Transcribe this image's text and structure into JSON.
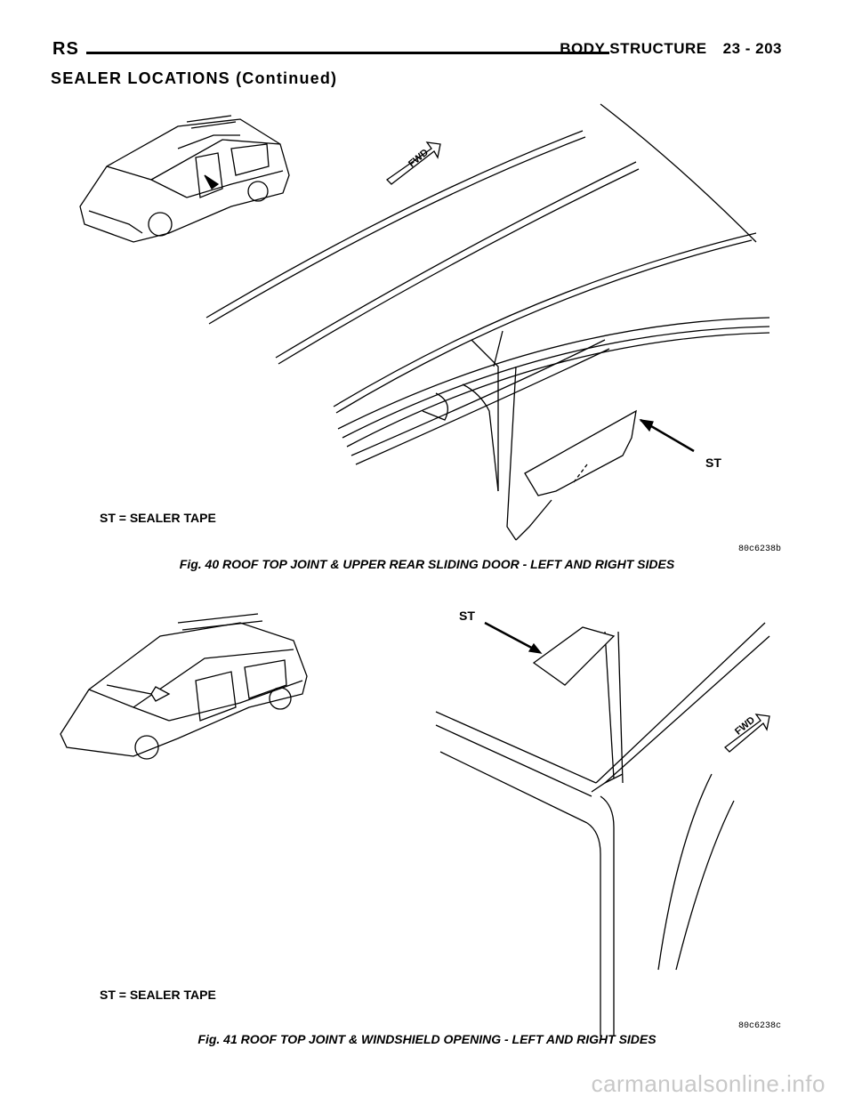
{
  "header": {
    "left": "RS",
    "section": "BODY STRUCTURE",
    "page": "23 - 203"
  },
  "section_title": "SEALER LOCATIONS (Continued)",
  "figures": [
    {
      "st_label": "ST",
      "fwd_label": "FWD",
      "legend": "ST = SEALER TAPE",
      "code": "80c6238b",
      "caption": "Fig. 40 ROOF TOP JOINT & UPPER REAR SLIDING DOOR - LEFT AND RIGHT SIDES"
    },
    {
      "st_label": "ST",
      "fwd_label": "FWD",
      "legend": "ST = SEALER TAPE",
      "code": "80c6238c",
      "caption": "Fig. 41 ROOF TOP JOINT & WINDSHIELD OPENING - LEFT AND RIGHT SIDES"
    }
  ],
  "watermark": "carmanualsonline.info"
}
